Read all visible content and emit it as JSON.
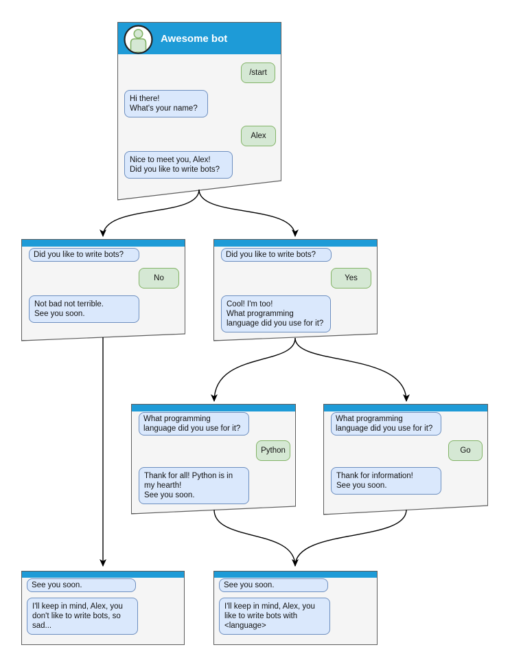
{
  "diagram": {
    "colors": {
      "header_blue": "#1e9bd7",
      "bot_bubble_fill": "#dae8fc",
      "bot_bubble_border": "#6c8ebf",
      "user_bubble_fill": "#d5e8d4",
      "user_bubble_border": "#82b366",
      "window_fill": "#f5f5f5",
      "window_border": "#5c5c5c",
      "connector": "#000000"
    },
    "windows": [
      {
        "id": "main",
        "title": "Awesome bot",
        "messages": [
          {
            "from": "user",
            "text": "/start"
          },
          {
            "from": "bot",
            "text": "Hi there!\nWhat's your name?"
          },
          {
            "from": "user",
            "text": "Alex"
          },
          {
            "from": "bot",
            "text": "Nice to meet you, Alex!\nDid you like to write bots?"
          }
        ]
      },
      {
        "id": "branch-no",
        "messages": [
          {
            "from": "bot",
            "text": "Did you like to write bots?"
          },
          {
            "from": "user",
            "text": "No"
          },
          {
            "from": "bot",
            "text": "Not bad not terrible.\nSee you soon."
          }
        ]
      },
      {
        "id": "branch-yes",
        "messages": [
          {
            "from": "bot",
            "text": "Did you like to write bots?"
          },
          {
            "from": "user",
            "text": "Yes"
          },
          {
            "from": "bot",
            "text": "Cool! I'm too!\nWhat programming\nlanguage did you use for it?"
          }
        ]
      },
      {
        "id": "branch-python",
        "messages": [
          {
            "from": "bot",
            "text": "What programming\nlanguage did you use for it?"
          },
          {
            "from": "user",
            "text": "Python"
          },
          {
            "from": "bot",
            "text": "Thank for all! Python is in\nmy hearth!\nSee you soon."
          }
        ]
      },
      {
        "id": "branch-go",
        "messages": [
          {
            "from": "bot",
            "text": "What programming\nlanguage did you use for it?"
          },
          {
            "from": "user",
            "text": "Go"
          },
          {
            "from": "bot",
            "text": "Thank for information!\nSee you soon."
          }
        ]
      },
      {
        "id": "end-no",
        "messages": [
          {
            "from": "bot",
            "text": "See you soon."
          },
          {
            "from": "bot",
            "text": "I'll keep in mind, Alex, you\ndon't like to write bots, so\nsad..."
          }
        ]
      },
      {
        "id": "end-yes",
        "messages": [
          {
            "from": "bot",
            "text": "See you soon."
          },
          {
            "from": "bot",
            "text": "I'll keep in mind, Alex, you\nlike to write bots with\n<language>"
          }
        ]
      }
    ],
    "edges": [
      {
        "from": "main",
        "to": "branch-no"
      },
      {
        "from": "main",
        "to": "branch-yes"
      },
      {
        "from": "branch-no",
        "to": "end-no"
      },
      {
        "from": "branch-yes",
        "to": "branch-python"
      },
      {
        "from": "branch-yes",
        "to": "branch-go"
      },
      {
        "from": "branch-python",
        "to": "end-yes"
      },
      {
        "from": "branch-go",
        "to": "end-yes"
      }
    ]
  }
}
